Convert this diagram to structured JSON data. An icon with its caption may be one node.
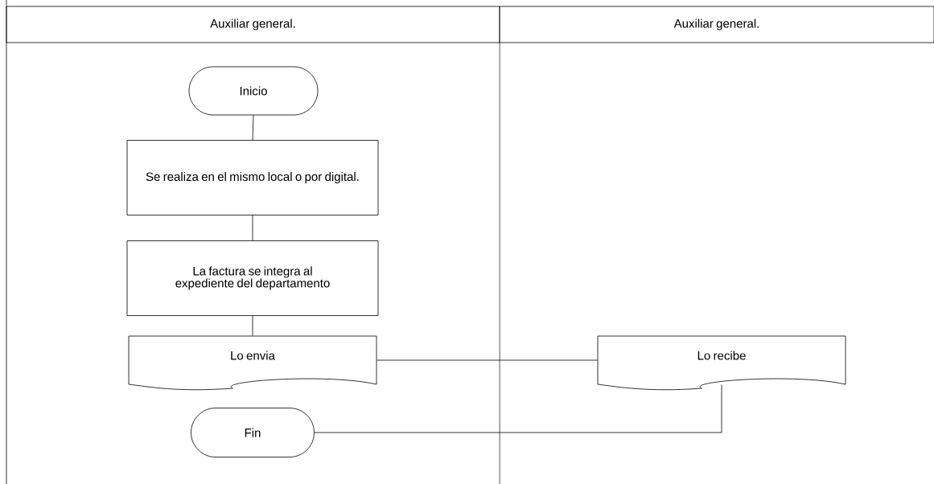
{
  "diagram": {
    "nodes": [
      {
        "text": [
          "Auxiliar general."
        ]
      },
      {
        "text": [
          "Auxiliar general."
        ]
      },
      {
        "text": [
          "Inicio"
        ]
      },
      {
        "text": [
          "Se realiza en el mismo local o por digital."
        ]
      },
      {
        "text": [
          "La factura se integra al expediente del departamento"
        ]
      },
      {
        "text": [
          "Lo envia"
        ]
      },
      {
        "text": [
          "Lo recibe"
        ]
      },
      {
        "text": [
          "Fin"
        ]
      }
    ],
    "edges": [
      {
        "from": 2,
        "to": 3,
        "arrow": "none"
      },
      {
        "from": 3,
        "to": 4,
        "arrow": "none"
      },
      {
        "from": 4,
        "to": 5,
        "arrow": "none"
      },
      {
        "from": 5,
        "to": 6,
        "arrow": "none"
      },
      {
        "from": 6,
        "to": 7,
        "arrow": "none"
      }
    ]
  }
}
